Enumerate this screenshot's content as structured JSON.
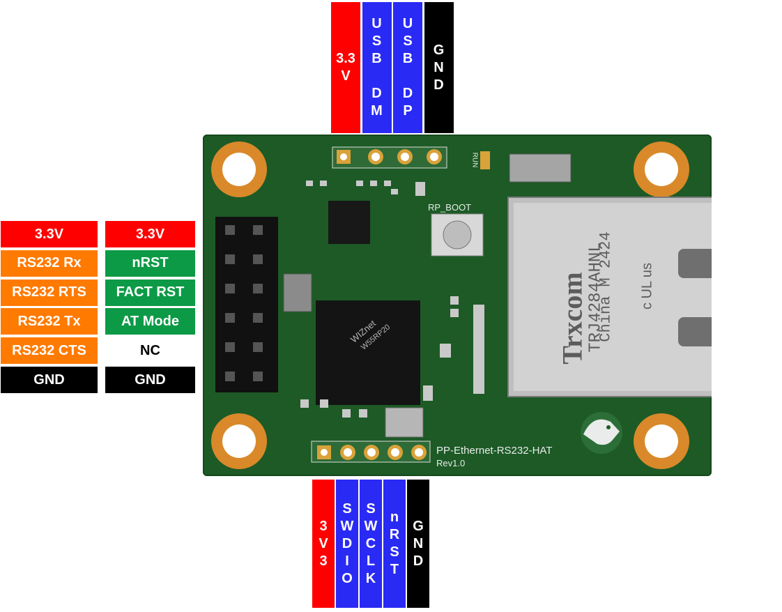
{
  "colors": {
    "red": "#ff0000",
    "blue": "#2a2af5",
    "black": "#000000",
    "orange": "#ff7a00",
    "green": "#0c9a46",
    "white": "#ffffff",
    "pcb": "#1d5a26"
  },
  "top_header": [
    {
      "label": "3.3\nV",
      "color": "red"
    },
    {
      "label": "U\nS\nB\n\nD\nM",
      "color": "blue"
    },
    {
      "label": "U\nS\nB\n\nD\nP",
      "color": "blue"
    },
    {
      "label": "G\nN\nD",
      "color": "black"
    }
  ],
  "left_header_col1": [
    {
      "label": "3.3V",
      "color": "red"
    },
    {
      "label": "RS232 Rx",
      "color": "orange"
    },
    {
      "label": "RS232 RTS",
      "color": "orange"
    },
    {
      "label": "RS232 Tx",
      "color": "orange"
    },
    {
      "label": "RS232 CTS",
      "color": "orange"
    },
    {
      "label": "GND",
      "color": "black"
    }
  ],
  "left_header_col2": [
    {
      "label": "3.3V",
      "color": "red"
    },
    {
      "label": "nRST",
      "color": "green"
    },
    {
      "label": "FACT RST",
      "color": "green"
    },
    {
      "label": "AT Mode",
      "color": "green"
    },
    {
      "label": "NC",
      "color": "white"
    },
    {
      "label": "GND",
      "color": "black"
    }
  ],
  "bottom_header": [
    {
      "label": "3\nV\n3",
      "color": "red"
    },
    {
      "label": "S\nW\nD\nI\nO",
      "color": "blue"
    },
    {
      "label": "S\nW\nC\nL\nK",
      "color": "blue"
    },
    {
      "label": "n\nR\nS\nT",
      "color": "blue"
    },
    {
      "label": "G\nN\nD",
      "color": "black"
    }
  ],
  "board": {
    "name": "PP-Ethernet-RS232-HAT",
    "rev": "Rev1.0",
    "boot_label": "RP_BOOT",
    "run_label": "RUN",
    "chip_brand": "WIZnet",
    "chip_model": "W55RP20",
    "jack_brand": "Trxcom",
    "jack_model": "TRJ4284AHNL",
    "jack_origin": "China M 2424",
    "jack_cert": "c UL us"
  }
}
